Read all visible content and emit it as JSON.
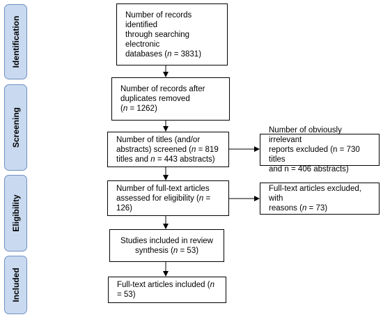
{
  "phases": {
    "identification": "Identification",
    "screening": "Screening",
    "eligibility": "Eligibility",
    "included": "Included"
  },
  "boxes": {
    "identified": {
      "line1": "Number of records identified",
      "line2": "through searching electronic",
      "line3_pre": "databases (",
      "n_label": "n",
      "line3_post": " = 3831)"
    },
    "deduplicated": {
      "line1": "Number of records after",
      "line2": "duplicates removed",
      "line3_pre": "(",
      "n_label": "n",
      "line3_post": " = 1262)"
    },
    "screened": {
      "line1": "Number of titles (and/or",
      "line2_pre": "abstracts) screened (",
      "n_label": "n",
      "line2_post": " = 819",
      "line3_pre": "titles and ",
      "line3_post": " = 443 abstracts)"
    },
    "excluded_irrelevant": {
      "line1": "Number of obviously irrelevant",
      "line2": "reports excluded (n = 730 titles",
      "line3": "and n = 406 abstracts)"
    },
    "fulltext_assessed": {
      "line1": "Number of full-text articles",
      "line2_pre": "assessed for eligibility (",
      "n_label": "n",
      "line2_post": " = 126)"
    },
    "fulltext_excluded": {
      "line1": "Full-text articles excluded, with",
      "line2_pre": "reasons (",
      "n_label": "n",
      "line2_post": " = 73)"
    },
    "studies_included": {
      "line1": "Studies included in review",
      "line2_pre": "synthesis (",
      "n_label": "n",
      "line2_post": " = 53)"
    },
    "fulltext_included": {
      "line1_pre": "Full-text articles included (",
      "n_label": "n",
      "line1_post": " = 53)"
    }
  }
}
